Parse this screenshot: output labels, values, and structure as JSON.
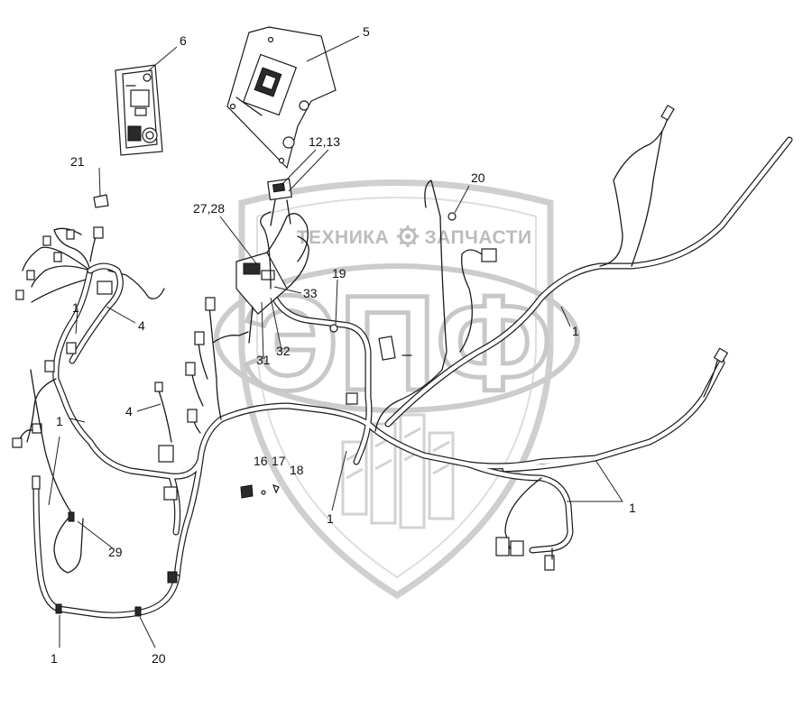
{
  "watermark": {
    "brand_left": "ТЕХНИКА",
    "brand_right": "ЗАПЧАСТИ",
    "logo_letters": "ЭПФ",
    "gear_icon": "gear-icon",
    "color": "#c4c4c4"
  },
  "callouts": [
    {
      "id": "c6",
      "label": "6"
    },
    {
      "id": "c5",
      "label": "5"
    },
    {
      "id": "c1213",
      "label": "12,13"
    },
    {
      "id": "c21",
      "label": "21"
    },
    {
      "id": "c2728",
      "label": "27,28"
    },
    {
      "id": "c20a",
      "label": "20"
    },
    {
      "id": "c19",
      "label": "19"
    },
    {
      "id": "c33",
      "label": "33"
    },
    {
      "id": "c1a",
      "label": "1"
    },
    {
      "id": "c4a",
      "label": "4"
    },
    {
      "id": "c32",
      "label": "32"
    },
    {
      "id": "c31",
      "label": "31"
    },
    {
      "id": "c1b",
      "label": "1"
    },
    {
      "id": "c4b",
      "label": "4"
    },
    {
      "id": "c1c",
      "label": "1"
    },
    {
      "id": "c16",
      "label": "16"
    },
    {
      "id": "c17",
      "label": "17"
    },
    {
      "id": "c18",
      "label": "18"
    },
    {
      "id": "c1d",
      "label": "1"
    },
    {
      "id": "c1e",
      "label": "1"
    },
    {
      "id": "c29",
      "label": "29"
    },
    {
      "id": "c1f",
      "label": "1"
    },
    {
      "id": "c20b",
      "label": "20"
    }
  ]
}
